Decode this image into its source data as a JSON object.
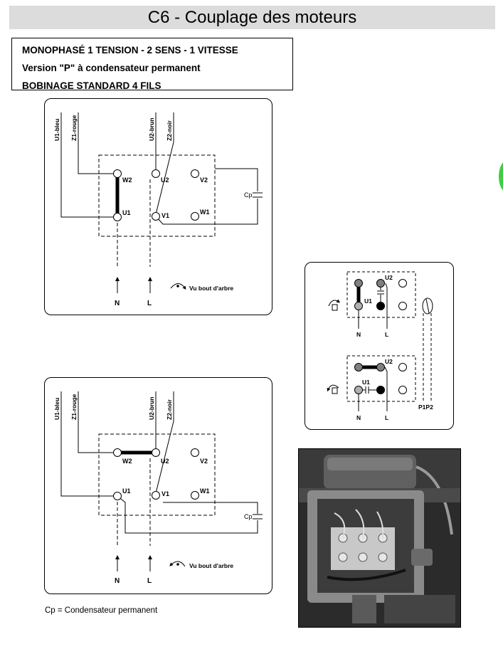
{
  "title": "C6 - Couplage des moteurs",
  "spec": {
    "line1": "MONOPHASÉ 1 TENSION - 2 SENS - 1 VITESSE",
    "line2": "Version \"P\" à condensateur permanent",
    "line3": "BOBINAGE STANDARD 4 FILS"
  },
  "diagram": {
    "wires": {
      "u1": "U1-bleu",
      "z1": "Z1-rouge",
      "u2": "U2-brun",
      "z2": "Z2-noir"
    },
    "terminals": {
      "w2": "W2",
      "u2": "U2",
      "v2": "V2",
      "u1": "U1",
      "v1": "V1",
      "w1": "W1"
    },
    "capacitor": "Cp",
    "supply": {
      "n": "N",
      "l": "L"
    },
    "rotation_note": "Vu bout d'arbre"
  },
  "small_diagram": {
    "u2": "U2",
    "u1": "U1",
    "n": "N",
    "l": "L",
    "p1p2": "P1P2"
  },
  "footnote": "Cp = Condensateur permanent",
  "colors": {
    "title_bg": "#dcdcdc",
    "green_tab": "#3ecf3e"
  }
}
